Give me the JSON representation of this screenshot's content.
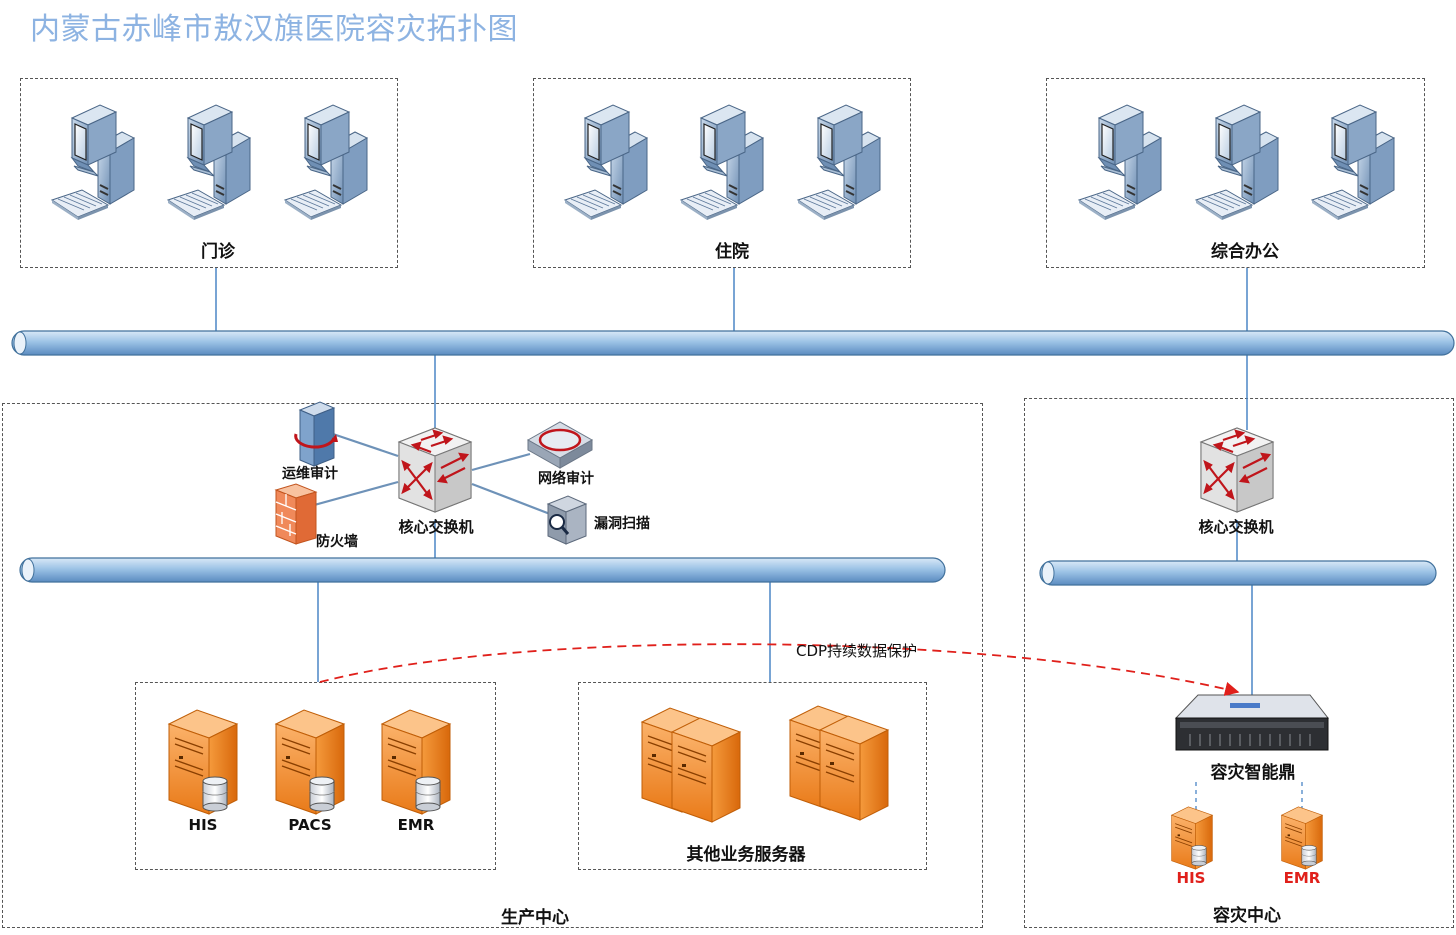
{
  "title": "内蒙古赤峰市敖汉旗医院容灾拓扑图",
  "zones": {
    "outpatient": "门诊",
    "inpatient": "住院",
    "office": "综合办公",
    "production": "生产中心",
    "disaster": "容灾中心"
  },
  "devices": {
    "audit_ops": "运维审计",
    "firewall": "防火墙",
    "core_switch_main": "核心交换机",
    "network_audit": "网络审计",
    "vuln_scan": "漏洞扫描",
    "core_switch_dr": "核心交换机",
    "dr_appliance": "容灾智能鼎"
  },
  "servers": {
    "his": "HIS",
    "pacs": "PACS",
    "emr": "EMR",
    "other": "其他业务服务器",
    "dr_his": "HIS",
    "dr_emr": "EMR"
  },
  "cdp_label": "CDP持续数据保护",
  "colors": {
    "title": "#8db3e2",
    "bus": "#9dc3e6",
    "server": "#f79646",
    "dr_label": "#e0201b",
    "cdp_arrow": "#e0201b"
  }
}
